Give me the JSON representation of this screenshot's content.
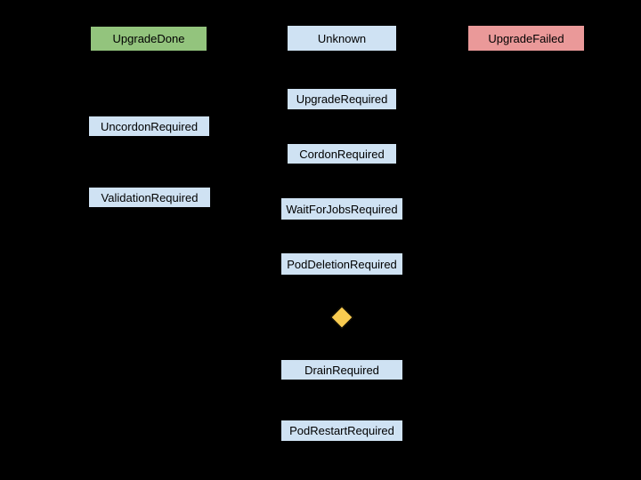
{
  "diagram": {
    "background_color": "#000000",
    "text_color": "#000000",
    "nodes": [
      {
        "label": "UpgradeDone",
        "fill": "#93C47D"
      },
      {
        "label": "Unknown",
        "fill": "#CFE2F3"
      },
      {
        "label": "UpgradeFailed",
        "fill": "#EA9999"
      },
      {
        "label": "UpgradeRequired",
        "fill": "#CFE2F3"
      },
      {
        "label": "UncordonRequired",
        "fill": "#CFE2F3"
      },
      {
        "label": "CordonRequired",
        "fill": "#CFE2F3"
      },
      {
        "label": "ValidationRequired",
        "fill": "#CFE2F3"
      },
      {
        "label": "WaitForJobsRequired",
        "fill": "#CFE2F3"
      },
      {
        "label": "PodDeletionRequired",
        "fill": "#CFE2F3"
      },
      {
        "label": "DrainRequired",
        "fill": "#CFE2F3"
      },
      {
        "label": "PodRestartRequired",
        "fill": "#CFE2F3"
      }
    ],
    "decision": {
      "icon": "diamond",
      "fill": "#F8CB50"
    }
  }
}
